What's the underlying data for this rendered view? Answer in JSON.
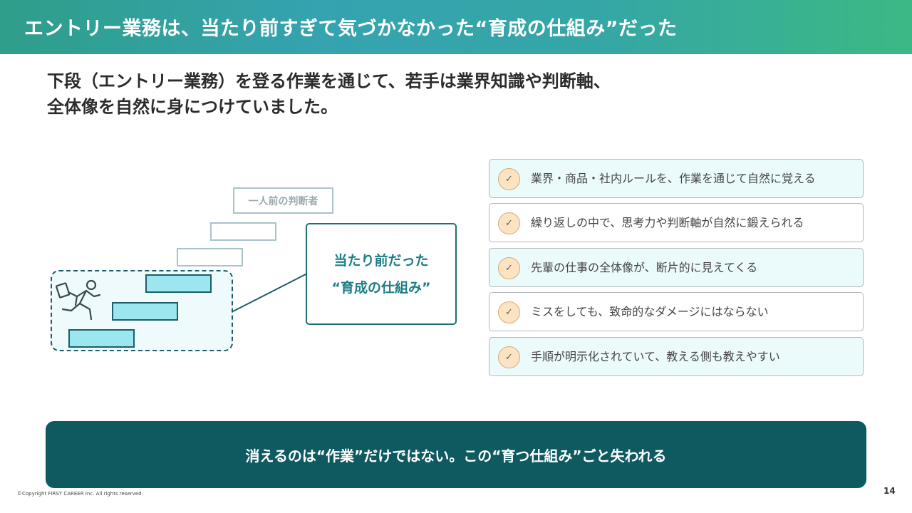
{
  "header": {
    "title": "エントリー業務は、当たり前すぎて気づかなかった“育成の仕組み”だった"
  },
  "lead": {
    "line1": "下段（エントリー業務）を登る作業を通じて、若手は業界知識や判断軸、",
    "line2": "全体像を自然に身につけていました。"
  },
  "diagram": {
    "top_step_label": "一人前の判断者",
    "callout": {
      "line1": "当たり前だった",
      "line2": "“育成の仕組み”"
    },
    "icons": {
      "runner": "running-person-icon"
    }
  },
  "checklist": {
    "mark": "✓",
    "items": [
      {
        "text": "業界・商品・社内ルールを、作業を通じて自然に覚える"
      },
      {
        "text": "繰り返しの中で、思考力や判断軸が自然に鍛えられる"
      },
      {
        "text": "先輩の仕事の全体像が、断片的に見えてくる"
      },
      {
        "text": "ミスをしても、致命的なダメージにはならない"
      },
      {
        "text": "手順が明示化されていて、教える側も教えやすい"
      }
    ]
  },
  "banner": {
    "text": "消えるのは“作業”だけではない。この“育つ仕組み”ごと失われる"
  },
  "footer": {
    "copyright": "©Copyright FIRST CAREER Inc. All rights reserved.",
    "page_number": "14"
  },
  "colors": {
    "header_gradient_start": "#2f9e8a",
    "header_gradient_end": "#3bb984",
    "banner_bg": "#0e5a60",
    "step_fill": "#9be6ef",
    "step_border": "#1d5f66",
    "callout_text": "#1d7d86",
    "check_mark_bg": "#fbe3c4"
  }
}
